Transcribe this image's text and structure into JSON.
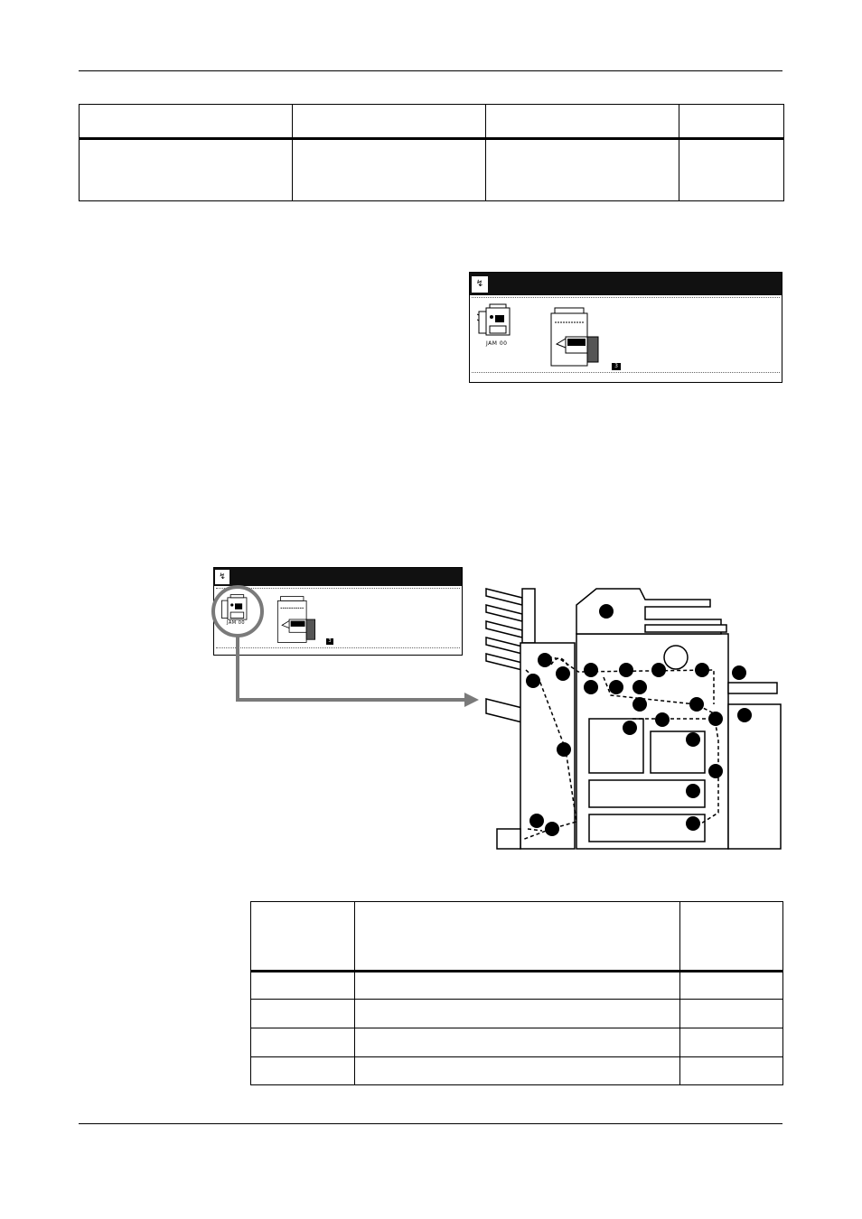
{
  "page": {
    "header_text": "",
    "footer_text": ""
  },
  "top_table": {
    "headers": [
      "",
      "",
      "",
      ""
    ],
    "row": [
      "",
      "",
      "",
      ""
    ]
  },
  "screen_small": {
    "icon": "jam-help-icon",
    "jam_code": "JAM 00",
    "badge": "3"
  },
  "screen_callout": {
    "icon": "jam-help-icon",
    "jam_code": "JAM 00",
    "badge": "3"
  },
  "diagram": {
    "icon": "jam-location-diagram",
    "markers": 25
  },
  "bottom_table": {
    "headers": [
      "",
      "",
      ""
    ],
    "rows": [
      [
        "",
        "",
        ""
      ],
      [
        "",
        "",
        ""
      ],
      [
        "",
        "",
        ""
      ],
      [
        "",
        "",
        ""
      ]
    ]
  }
}
